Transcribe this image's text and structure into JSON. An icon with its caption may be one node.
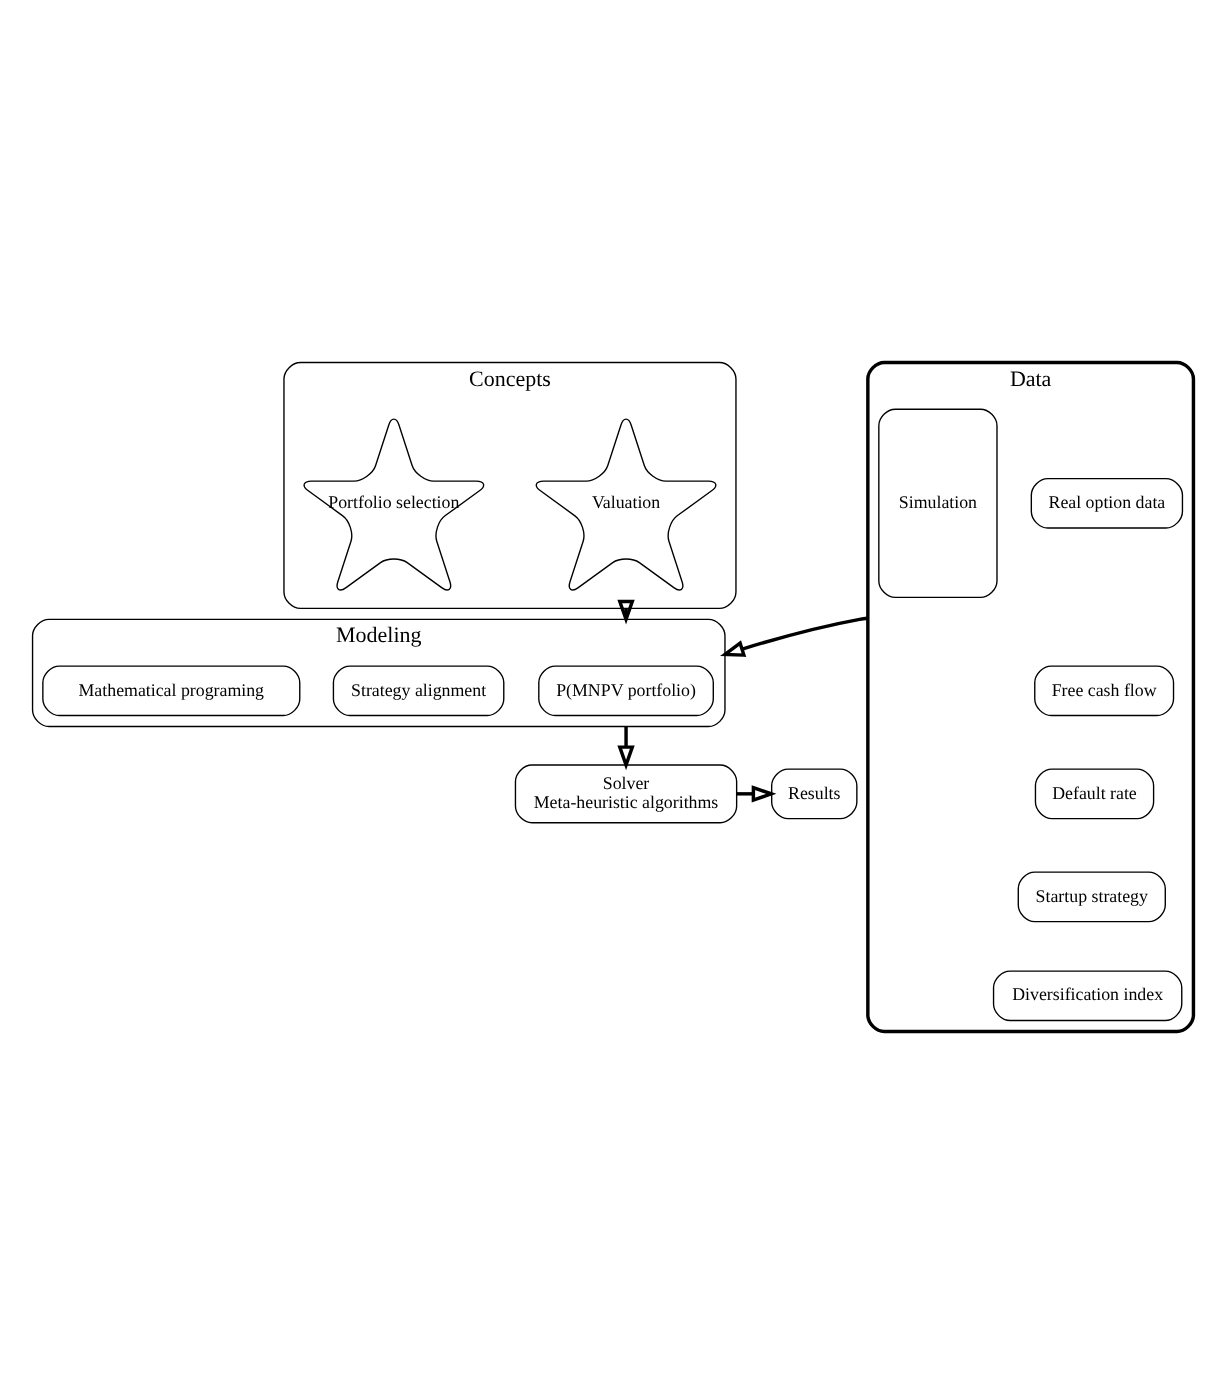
{
  "diagram": {
    "nodes": [
      {
        "text": [
          "Concepts"
        ]
      },
      {
        "text": [
          "Valuation"
        ],
        "in": 0
      },
      {
        "text": [
          "Portfolio selection"
        ],
        "in": 0
      },
      {
        "text": [
          "Data"
        ]
      },
      {
        "text": [
          "Real option data"
        ],
        "in": 3
      },
      {
        "text": [
          "Free cash flow"
        ],
        "in": 3
      },
      {
        "text": [
          "Default rate"
        ],
        "in": 3
      },
      {
        "text": [
          "Simulation"
        ],
        "in": 3
      },
      {
        "text": [
          "Startup strategy"
        ],
        "in": 3
      },
      {
        "text": [
          "Diversification index"
        ],
        "in": 3
      },
      {
        "text": [
          "Modeling"
        ]
      },
      {
        "text": [
          "P(MNPV portfolio)"
        ],
        "in": 10
      },
      {
        "text": [
          "Strategy alignment"
        ],
        "in": 10
      },
      {
        "text": [
          "Mathematical programing"
        ],
        "in": 10
      },
      {
        "text": [
          "Solver",
          "Meta-heuristic algorithms"
        ]
      },
      {
        "text": [
          "Results"
        ]
      }
    ],
    "edges": [
      {
        "from": 0,
        "to": 10,
        "arrow": "to"
      },
      {
        "from": 3,
        "to": 10,
        "arrow": "to"
      },
      {
        "from": 10,
        "to": 14,
        "arrow": "to"
      },
      {
        "from": 14,
        "to": 15,
        "arrow": "to"
      }
    ]
  }
}
